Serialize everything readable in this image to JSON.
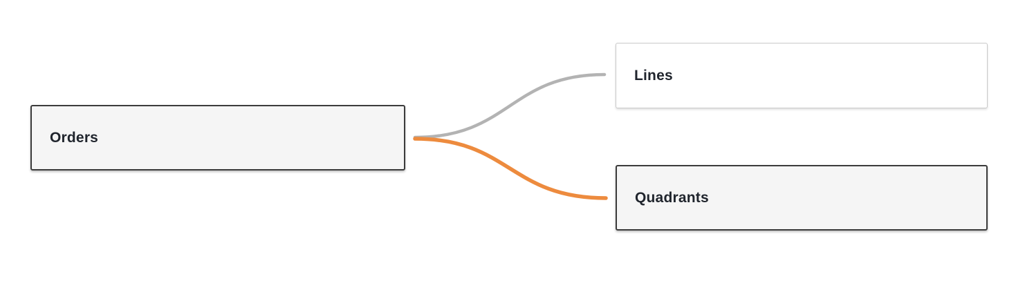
{
  "canvas": {
    "type": "data-model-relationship-canvas",
    "background": "#ffffff"
  },
  "colors": {
    "selected_fill": "#f5f5f5",
    "selected_border": "#3b3b3b",
    "normal_fill": "#ffffff",
    "normal_border": "#c9c9c9",
    "label_text": "#20252d",
    "edge_normal": "#b3b3b3",
    "edge_highlight": "#ed8b3e"
  },
  "nodes": [
    {
      "label": "Orders",
      "state": "selected"
    },
    {
      "label": "Lines",
      "state": "normal"
    },
    {
      "label": "Quadrants",
      "state": "selected"
    }
  ],
  "edges": [
    {
      "from": "Orders",
      "to": "Lines",
      "color": "#b3b3b3",
      "state": "normal"
    },
    {
      "from": "Orders",
      "to": "Quadrants",
      "color": "#ed8b3e",
      "state": "highlighted"
    }
  ]
}
